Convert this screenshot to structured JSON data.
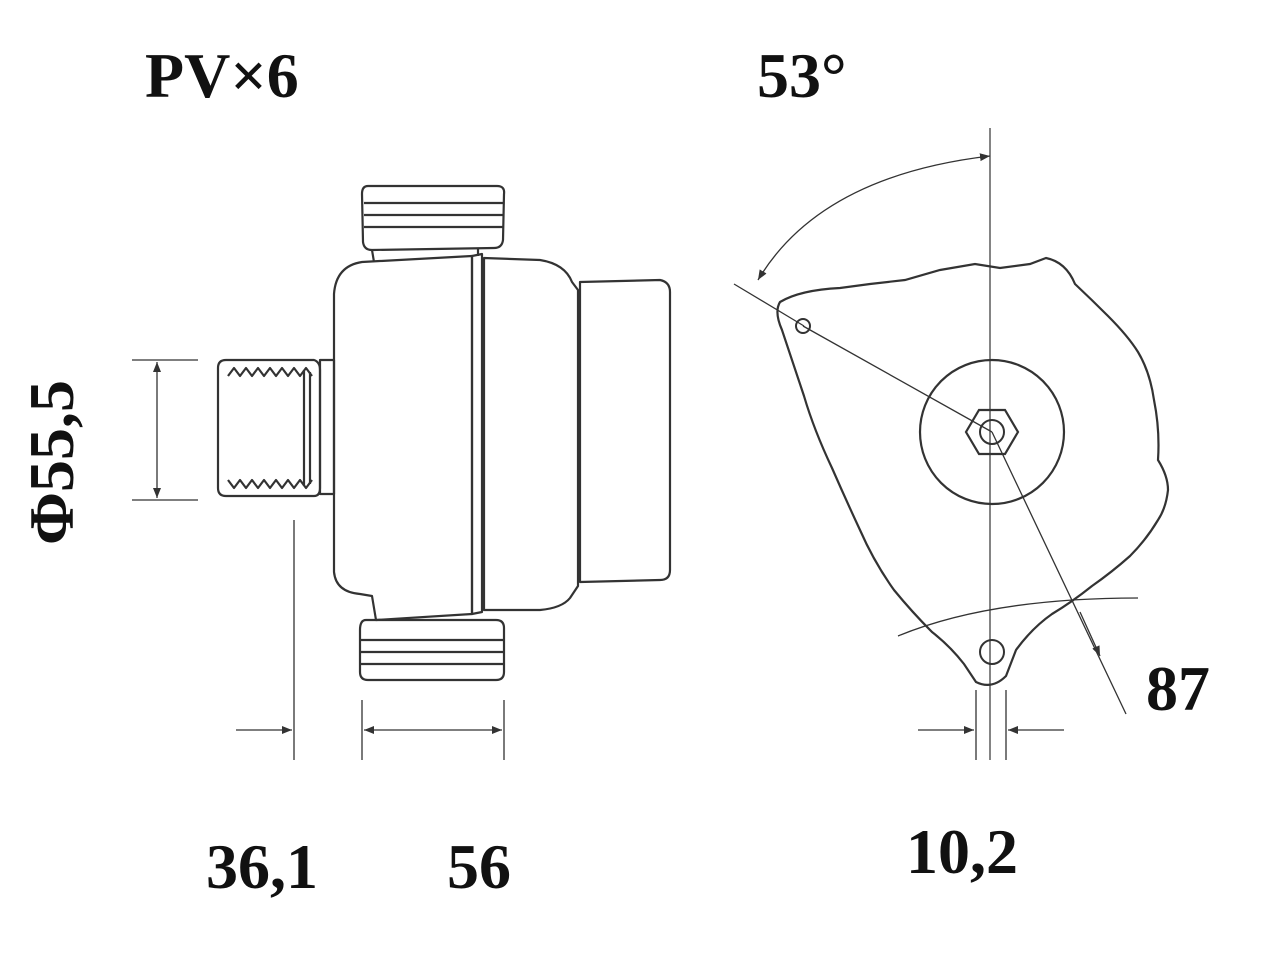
{
  "labels": {
    "pulley": "PV×6",
    "angle": "53°",
    "diameter": "Φ55,5",
    "distance": "87",
    "dim_pulley": "36,1",
    "dim_body": "56",
    "dim_offset": "10,2"
  },
  "colors": {
    "line": "#333333",
    "text": "#111111",
    "background": "#ffffff"
  }
}
